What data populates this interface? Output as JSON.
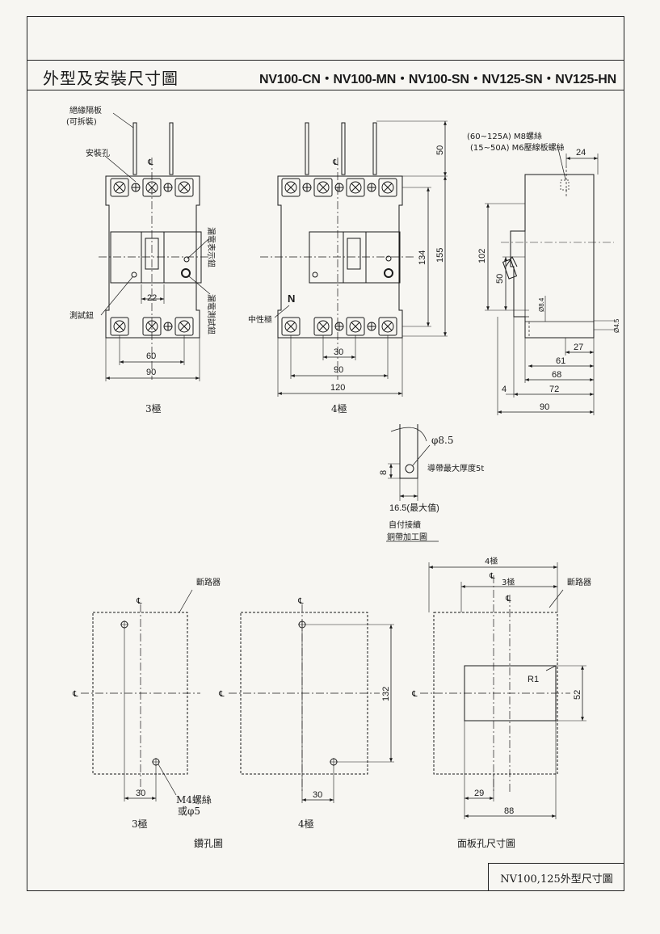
{
  "title": {
    "main": "外型及安裝尺寸圖",
    "models": "NV100-CN・NV100-MN・NV100-SN・NV125-SN・NV125-HN"
  },
  "footer": "NV100,125外型尺寸圖",
  "labels": {
    "barrier": "絕緣隔板",
    "barrier_note": "(可拆裝)",
    "mount_hole": "安裝孔",
    "leak_indicator": "漏電表示鈕",
    "leak_test": "漏電測試鈕",
    "test_button": "測試鈕",
    "neutral": "中性極",
    "n_mark": "N",
    "screw_note_1": "(60~125A) M8螺絲",
    "screw_note_2": "(15~50A) M6壓線板螺絲",
    "pole3": "3極",
    "pole4": "4極",
    "phi85": "φ8.5",
    "busbar_thick": "導帶最大厚度5t",
    "busbar_width": "16.5(最大值)",
    "self_connect": "自付接續",
    "busbar_title": "銅帶加工圖",
    "breaker": "斷路器",
    "breaker2": "斷路器",
    "m4": "M4螺絲",
    "or_phi5": "或φ5",
    "drill_title": "鑽孔圖",
    "panel_title": "面板孔尺寸圖",
    "drill_3pole": "3極",
    "drill_4pole": "4極",
    "panel_4pole": "4極",
    "panel_3pole": "3極",
    "r1": "R1",
    "cl": "℄"
  },
  "dims": {
    "d22": "22",
    "d60": "60",
    "d90a": "90",
    "d30": "30",
    "d90b": "90",
    "d120": "120",
    "d50": "50",
    "d134": "134",
    "d155": "155",
    "d24": "24",
    "d102": "102",
    "d50b": "50",
    "d84": "Ø8.4",
    "d45": "Ø4.5",
    "d27": "27",
    "d61": "61",
    "d68": "68",
    "d72": "72",
    "d4": "4",
    "d90c": "90",
    "d8": "8",
    "d30c": "30",
    "d30d": "30",
    "d132": "132",
    "d52": "52",
    "d29": "29",
    "d88": "88"
  }
}
